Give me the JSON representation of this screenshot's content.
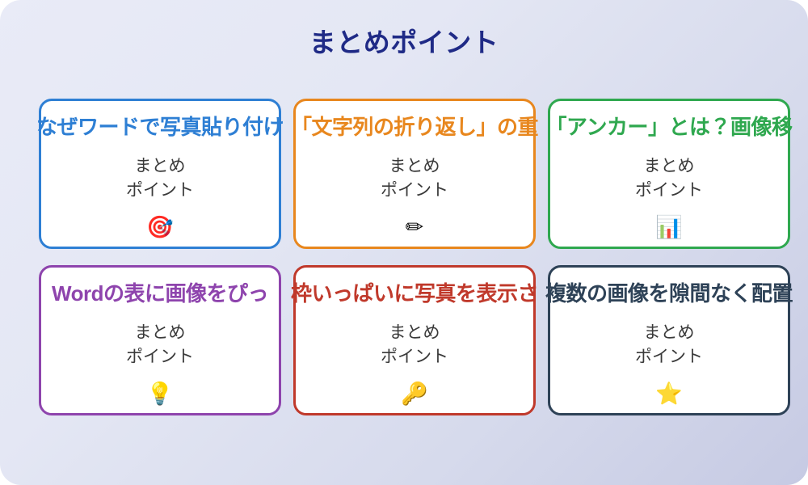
{
  "page": {
    "title": "まとめポイント",
    "title_color": "#1f2a86",
    "background_from": "#e9ebf7",
    "background_to": "#c6cae3"
  },
  "cards": [
    {
      "title": "なぜワードで写真貼り付け",
      "body": "まとめ\nポイント",
      "icon_glyph": "🎯",
      "icon_name": "target-icon",
      "color": "#2e7fd4"
    },
    {
      "title": "「文字列の折り返し」の重",
      "body": "まとめ\nポイント",
      "icon_glyph": "✏",
      "icon_name": "pencil-icon",
      "color": "#e8871e"
    },
    {
      "title": "「アンカー」とは？画像移",
      "body": "まとめ\nポイント",
      "icon_glyph": "📊",
      "icon_name": "bar-chart-icon",
      "color": "#2fa84f"
    },
    {
      "title": "Wordの表に画像をぴっ",
      "body": "まとめ\nポイント",
      "icon_glyph": "💡",
      "icon_name": "lightbulb-icon",
      "color": "#8e44ad"
    },
    {
      "title": "枠いっぱいに写真を表示さ",
      "body": "まとめ\nポイント",
      "icon_glyph": "🔑",
      "icon_name": "key-icon",
      "color": "#c0392b"
    },
    {
      "title": "複数の画像を隙間なく配置",
      "body": "まとめ\nポイント",
      "icon_glyph": "⭐",
      "icon_name": "star-icon",
      "color": "#2e4257"
    }
  ]
}
